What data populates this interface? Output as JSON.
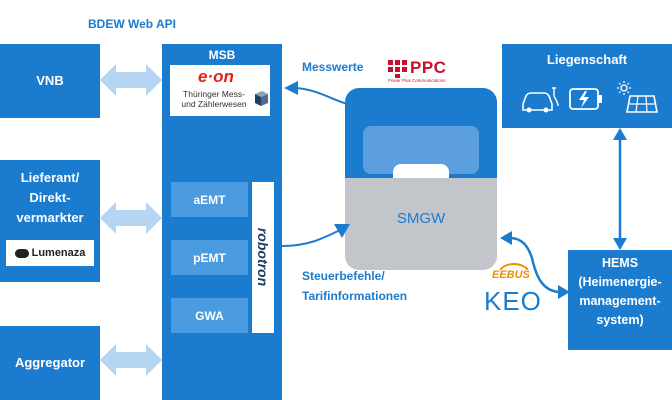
{
  "header": {
    "api_label": "BDEW Web API"
  },
  "left_boxes": {
    "vnb": "VNB",
    "lieferant": [
      "Lieferant/",
      "Direkt-",
      "vermarkter"
    ],
    "lumenaza": "Lumenaza",
    "aggregator": "Aggregator"
  },
  "msb": {
    "title": "MSB",
    "eon_logo": "e·on",
    "eon_sub": [
      "Thüringer Mess-",
      "und Zählerwesen"
    ],
    "roles": [
      "aEMT",
      "pEMT",
      "GWA"
    ],
    "robotron": "robotron"
  },
  "flows": {
    "messwerte": "Messwerte",
    "steuer": [
      "Steuerbefehle/",
      "Tarifinformationen"
    ]
  },
  "ppc": {
    "logo": "PPC",
    "tagline": "Power Plus Communications"
  },
  "smgw": {
    "label": "SMGW"
  },
  "liegenschaft": {
    "title": "Liegenschaft"
  },
  "hems": {
    "title": [
      "HEMS",
      "(Heimenergie-",
      "management-",
      "system)"
    ]
  },
  "eebus": {
    "logo": "EEBUS",
    "keo": "KEO"
  },
  "colors": {
    "primary": "#1b7ccf",
    "light_arrow": "#b5d5f2",
    "gateway_gray": "#c2c6cb"
  }
}
